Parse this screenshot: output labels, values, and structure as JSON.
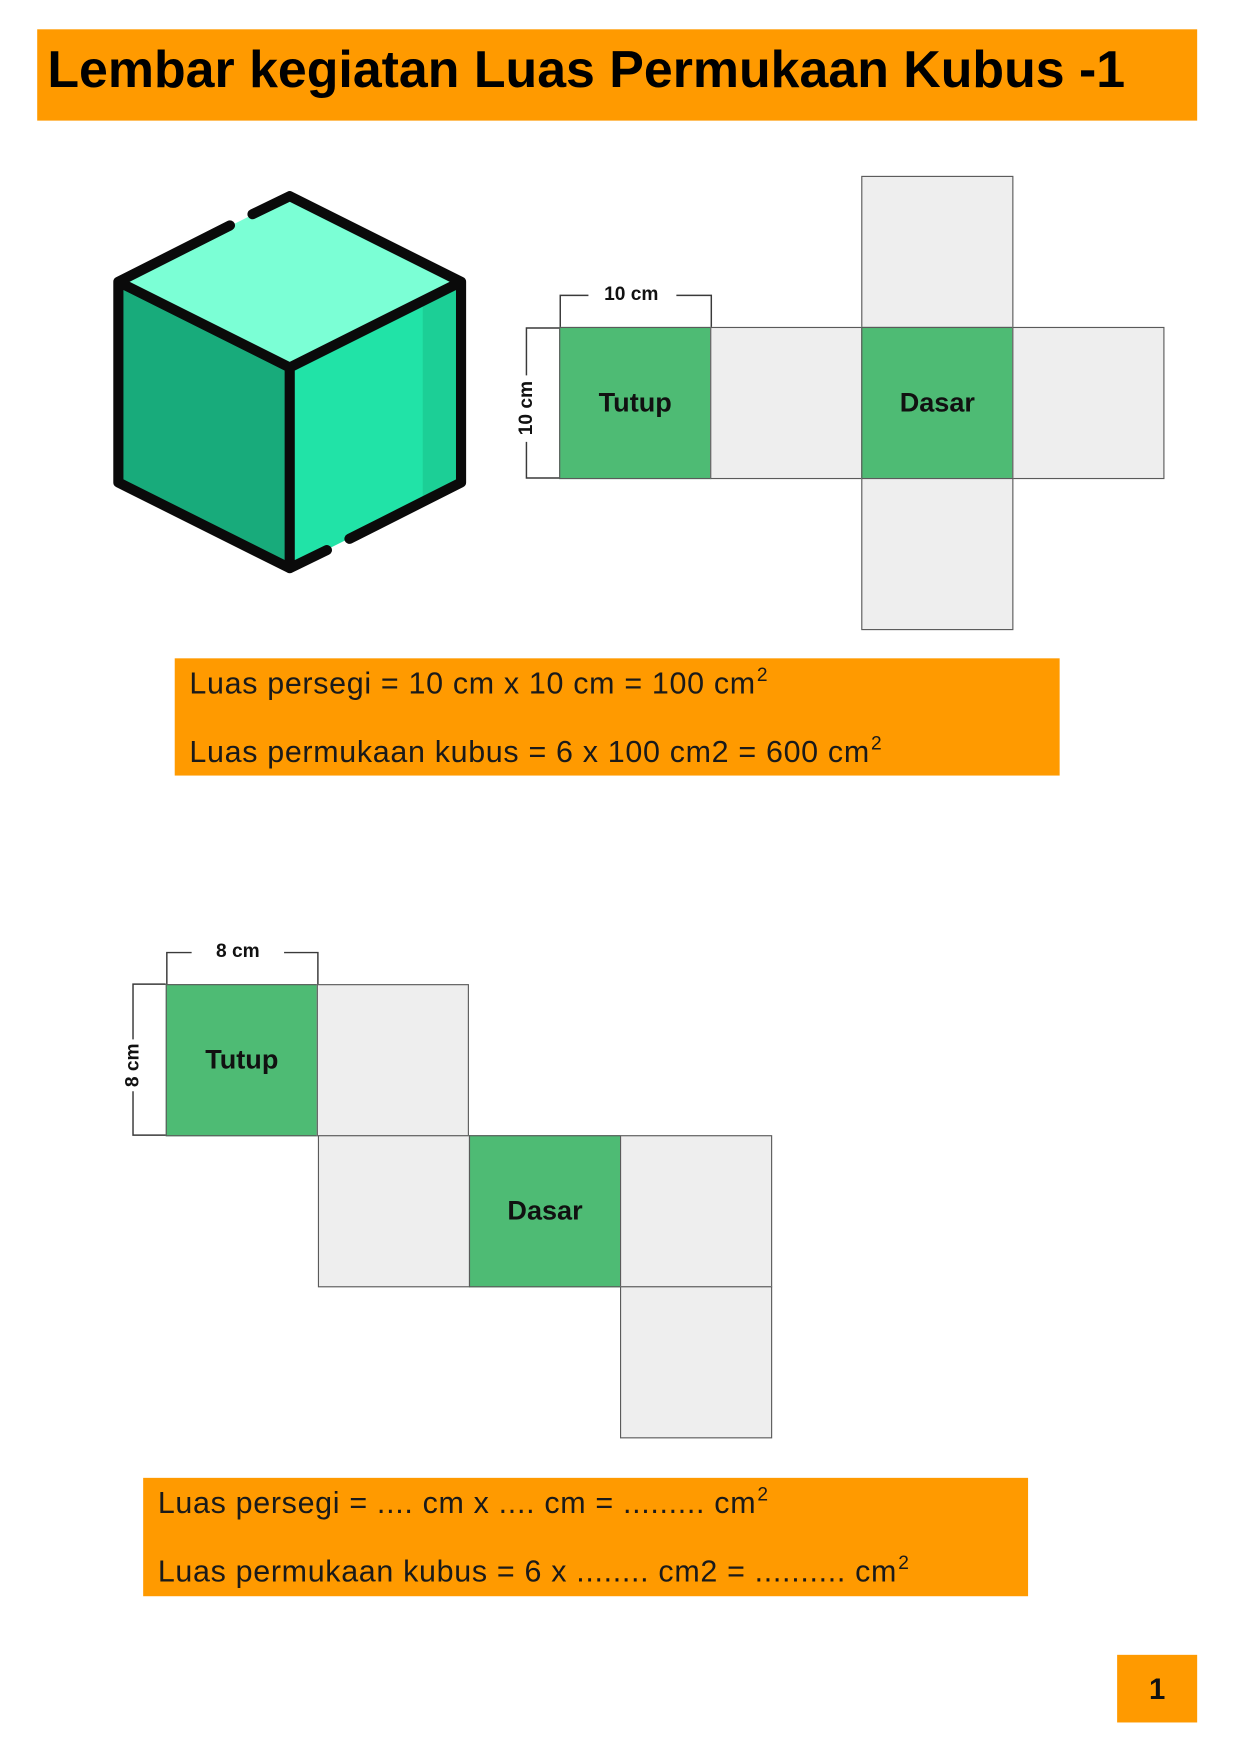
{
  "title": "Lembar kegiatan Luas Permukaan Kubus -1",
  "colors": {
    "accent": "#FF9A00",
    "net_green": "#4EBB74",
    "net_gray": "#EEEEEE",
    "cube_top": "#7BFFD5",
    "cube_left": "#18AB7B",
    "cube_right": "#21E3A7",
    "cube_right_shade": "#1CCF96",
    "outline": "#0A0A0A"
  },
  "cube_illustration": {
    "icon": "cube-icon"
  },
  "net1": {
    "side_top": "10 cm",
    "side_left": "10 cm",
    "face_tutup": "Tutup",
    "face_dasar": "Dasar"
  },
  "answer1": {
    "lines": [
      {
        "text": "Luas persegi = 10 cm x 10 cm = 100 cm",
        "sup": "2"
      },
      {
        "text": "Luas permukaan kubus = 6 x 100 cm2 = 600 cm",
        "sup": "2"
      }
    ]
  },
  "net2": {
    "side_top": "8 cm",
    "side_left": "8 cm",
    "face_tutup": "Tutup",
    "face_dasar": "Dasar"
  },
  "answer2": {
    "lines": [
      {
        "text": "Luas persegi = .... cm x .... cm = ......... cm",
        "sup": "2"
      },
      {
        "text": "Luas permukaan kubus = 6 x ........ cm2 = .......... cm",
        "sup": "2"
      }
    ]
  },
  "page_number": "1"
}
